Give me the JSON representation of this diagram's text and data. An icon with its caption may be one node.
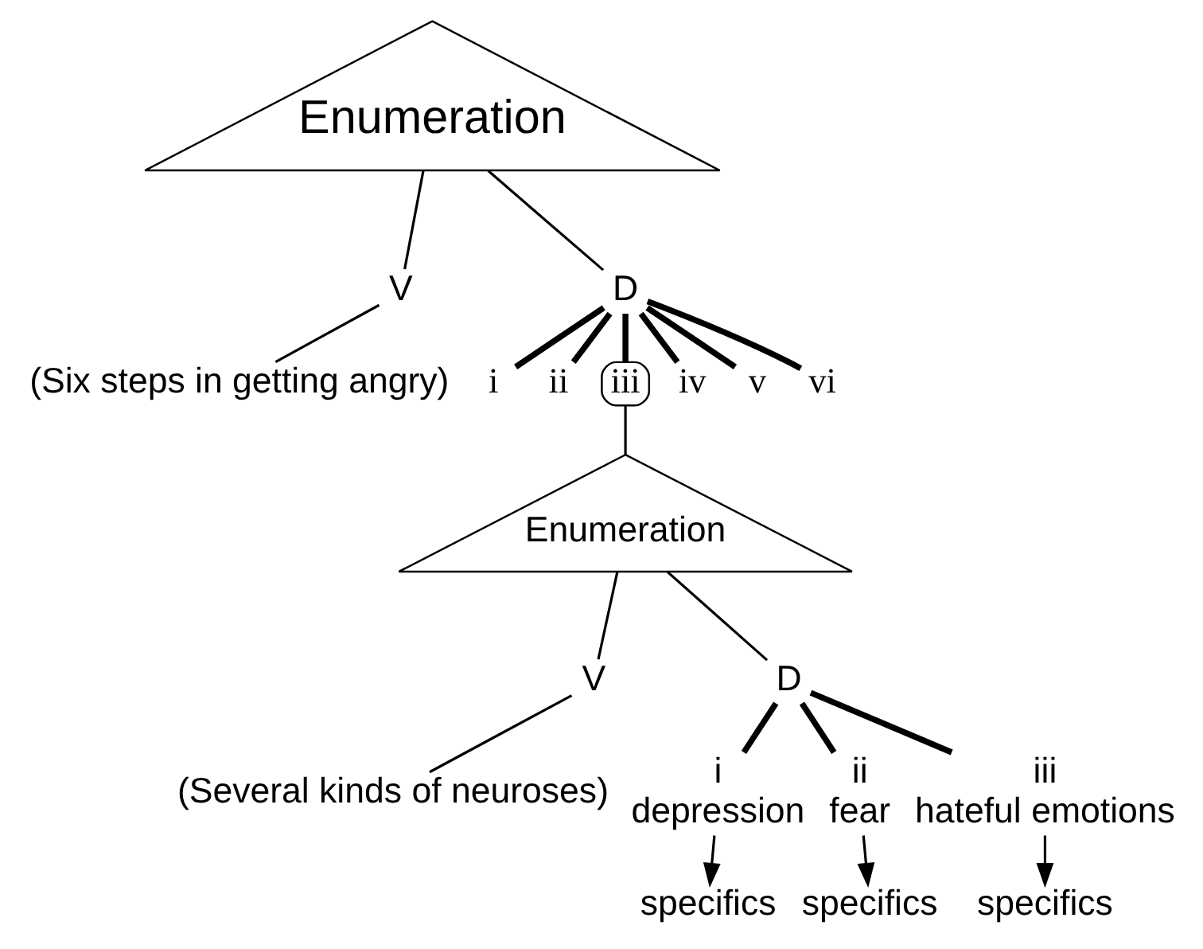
{
  "diagram": {
    "nodes": [
      {
        "text": [
          "Enumeration"
        ]
      },
      {
        "text": [
          "V"
        ]
      },
      {
        "text": [
          "D"
        ]
      },
      {
        "text": [
          "(Six steps in getting angry)"
        ]
      },
      {
        "text": [
          "i"
        ]
      },
      {
        "text": [
          "ii"
        ]
      },
      {
        "text": [
          "iii"
        ]
      },
      {
        "text": [
          "iv"
        ]
      },
      {
        "text": [
          "v"
        ]
      },
      {
        "text": [
          "vi"
        ]
      },
      {
        "text": [
          "Enumeration"
        ]
      },
      {
        "text": [
          "V"
        ]
      },
      {
        "text": [
          "D"
        ]
      },
      {
        "text": [
          "(Several kinds of neuroses)"
        ]
      },
      {
        "text": [
          "i",
          "depression"
        ]
      },
      {
        "text": [
          "ii",
          "fear"
        ]
      },
      {
        "text": [
          "iii",
          "hateful emotions"
        ]
      },
      {
        "text": [
          "specifics"
        ]
      },
      {
        "text": [
          "specifics"
        ]
      },
      {
        "text": [
          "specifics"
        ]
      }
    ],
    "edges": [
      {
        "from": 0,
        "to": 1,
        "arrow": "none"
      },
      {
        "from": 0,
        "to": 2,
        "arrow": "none"
      },
      {
        "from": 1,
        "to": 3,
        "arrow": "none"
      },
      {
        "from": 2,
        "to": 4,
        "arrow": "none",
        "style": "thick"
      },
      {
        "from": 2,
        "to": 5,
        "arrow": "none",
        "style": "thick"
      },
      {
        "from": 2,
        "to": 6,
        "arrow": "none",
        "style": "thick"
      },
      {
        "from": 2,
        "to": 7,
        "arrow": "none",
        "style": "thick"
      },
      {
        "from": 2,
        "to": 8,
        "arrow": "none",
        "style": "thick"
      },
      {
        "from": 2,
        "to": 9,
        "arrow": "none",
        "style": "thick"
      },
      {
        "from": 6,
        "to": 10,
        "arrow": "none"
      },
      {
        "from": 10,
        "to": 11,
        "arrow": "none"
      },
      {
        "from": 10,
        "to": 12,
        "arrow": "none"
      },
      {
        "from": 11,
        "to": 13,
        "arrow": "none"
      },
      {
        "from": 12,
        "to": 14,
        "arrow": "none",
        "style": "thick"
      },
      {
        "from": 12,
        "to": 15,
        "arrow": "none",
        "style": "thick"
      },
      {
        "from": 12,
        "to": 16,
        "arrow": "none",
        "style": "thick"
      },
      {
        "from": 14,
        "to": 17,
        "arrow": "to"
      },
      {
        "from": 15,
        "to": 18,
        "arrow": "to"
      },
      {
        "from": 16,
        "to": 19,
        "arrow": "to"
      }
    ]
  }
}
